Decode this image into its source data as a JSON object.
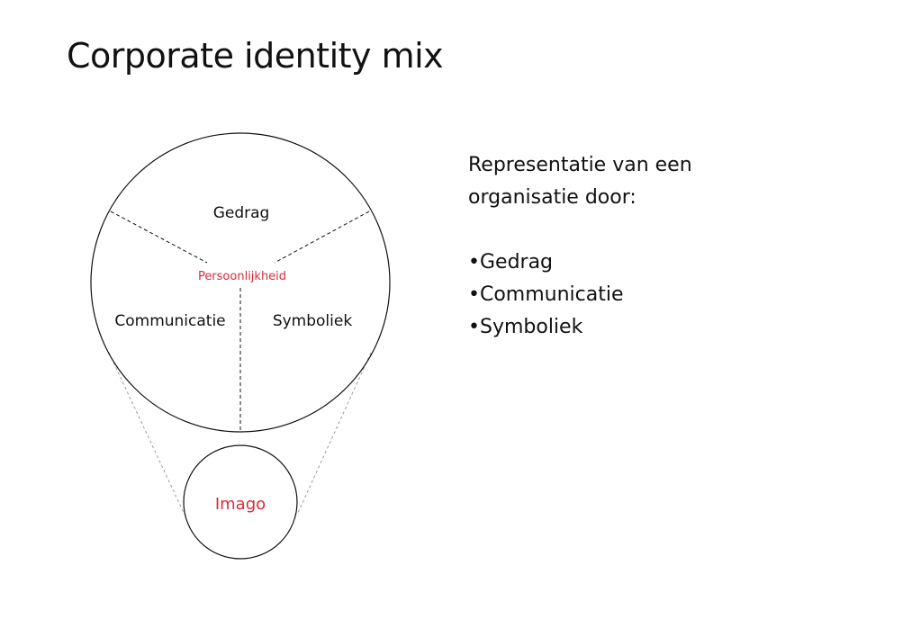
{
  "title": "Corporate identity mix",
  "diagram": {
    "segments": {
      "top": "Gedrag",
      "left": "Communicatie",
      "right": "Symboliek"
    },
    "center": "Persoonlijkheid",
    "result": "Imago"
  },
  "description": {
    "intro_lines": [
      "Representatie van een",
      "organisatie door:"
    ],
    "bullets": [
      "Gedrag",
      "Communicatie",
      "Symboliek"
    ]
  },
  "colors": {
    "accent": "#d92b3a",
    "line": "#111111",
    "funnel": "#999999"
  }
}
